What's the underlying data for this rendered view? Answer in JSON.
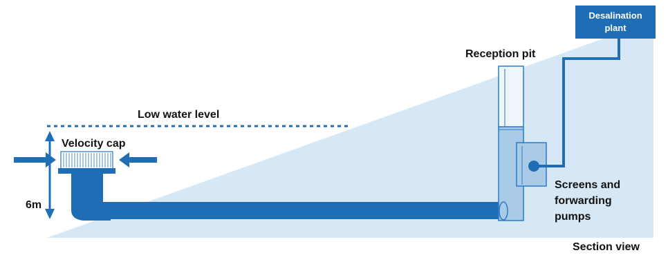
{
  "labels": {
    "desalination_plant": [
      "Desalination",
      "plant"
    ],
    "reception_pit": "Reception pit",
    "low_water_level": "Low water level",
    "velocity_cap": "Velocity cap",
    "depth": "6m",
    "screens_pumps": [
      "Screens and",
      "forwarding",
      "pumps"
    ],
    "section_view": "Section view"
  },
  "colors": {
    "primary_blue": "#1f6db5",
    "light_water": "#d6e8f5",
    "pit_fill": "#a9cbe8",
    "pit_outline": "#2b7bc4",
    "label_text": "#111111"
  }
}
